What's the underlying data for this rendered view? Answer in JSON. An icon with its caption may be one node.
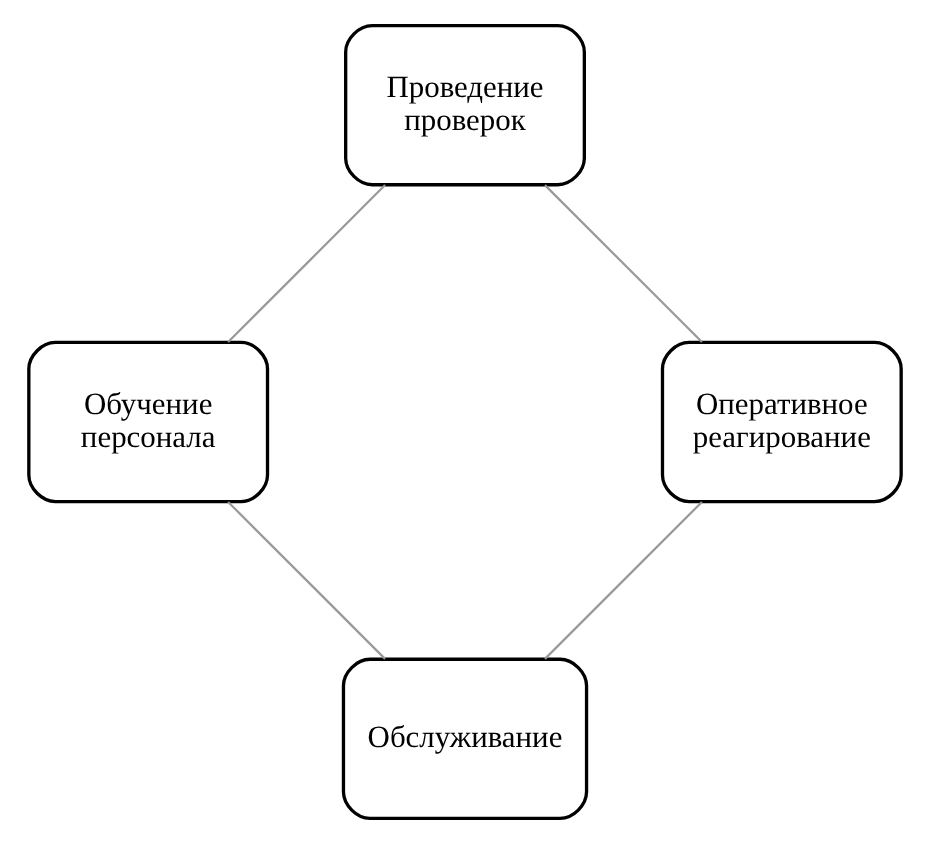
{
  "diagram": {
    "nodes": [
      {
        "text": [
          "Обслуживание"
        ]
      },
      {
        "text": [
          "Оперативное реагирование"
        ]
      },
      {
        "text": [
          "Обучение персонала"
        ]
      },
      {
        "text": [
          "Проведение проверок"
        ]
      }
    ],
    "edges": [
      {
        "from": 0,
        "to": 2,
        "arrow": "none"
      },
      {
        "from": 2,
        "to": 3,
        "arrow": "none"
      },
      {
        "from": 3,
        "to": 1,
        "arrow": "none"
      },
      {
        "from": 1,
        "to": 0,
        "arrow": "none"
      }
    ]
  }
}
